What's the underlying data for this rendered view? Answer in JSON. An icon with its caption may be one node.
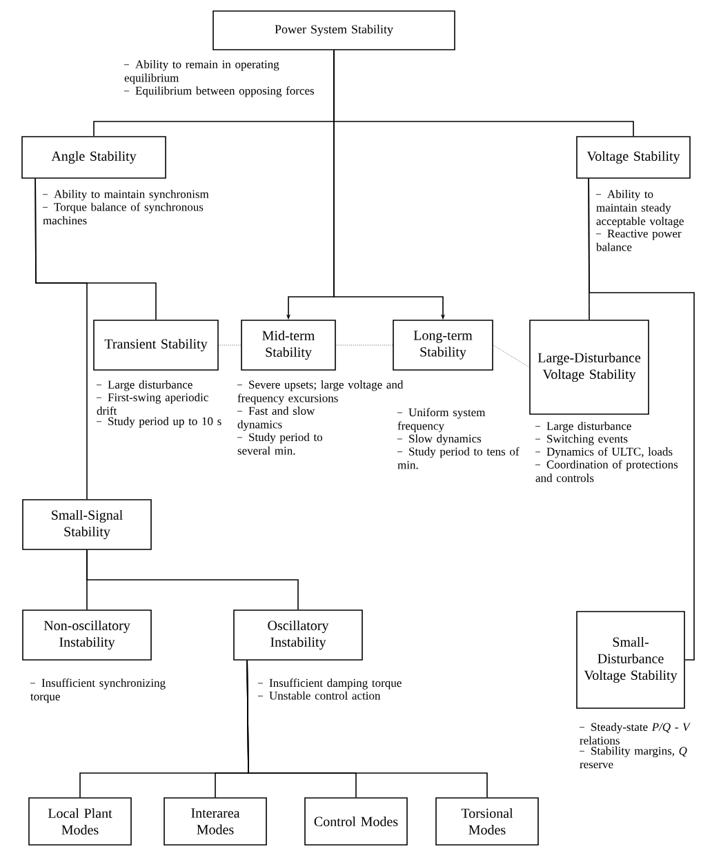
{
  "diagram": {
    "nodes": [
      {
        "text": [
          "Power System Stability"
        ],
        "beside": [
          "Ability to remain in operating equilibrium",
          "Equilibrium between opposing forces"
        ]
      },
      {
        "text": [
          "Angle Stability"
        ],
        "beside": [
          "Ability to maintain synchronism",
          "Torque balance of synchronous machines"
        ]
      },
      {
        "text": [
          "Voltage Stability"
        ],
        "beside": [
          "Ability to maintain steady acceptable voltage",
          "Reactive power balance"
        ]
      },
      {
        "text": [
          "Transient Stability"
        ],
        "beside": [
          "Large disturbance",
          "First-swing aperiodic drift",
          "Study period up to 10 s"
        ]
      },
      {
        "text": [
          "Mid-term Stability"
        ],
        "beside": [
          "Severe upsets; large voltage and frequency excursions",
          "Fast and slow dynamics",
          "Study period to several min."
        ]
      },
      {
        "text": [
          "Long-term Stability"
        ],
        "beside": [
          "Uniform system frequency",
          "Slow dynamics",
          "Study period to tens of min."
        ]
      },
      {
        "text": [
          "Large-Disturbance Voltage Stability"
        ],
        "beside": [
          "Large disturbance",
          "Switching events",
          "Dynamics of ULTC, loads",
          "Coordination of protections and controls"
        ]
      },
      {
        "text": [
          "Small-Signal Stability"
        ]
      },
      {
        "text": [
          "Non-oscillatory Instability"
        ],
        "beside": [
          "Insufficient synchronizing torque"
        ]
      },
      {
        "text": [
          "Oscillatory Instability"
        ],
        "beside": [
          "Insufficient damping torque",
          "Unstable control action"
        ]
      },
      {
        "text": [
          "Small-Disturbance Voltage Stability"
        ],
        "beside": [
          "Steady-state *P/Q - V* relations",
          "Stability margins, *Q* reserve"
        ]
      },
      {
        "text": [
          "Local Plant Modes"
        ]
      },
      {
        "text": [
          "Interarea Modes"
        ]
      },
      {
        "text": [
          "Control Modes"
        ]
      },
      {
        "text": [
          "Torsional Modes"
        ]
      }
    ],
    "edges": [
      {
        "from": 0,
        "to": 1,
        "arrow": "none"
      },
      {
        "from": 0,
        "to": 2,
        "arrow": "none"
      },
      {
        "from": 0,
        "to": 4,
        "arrow": "to"
      },
      {
        "from": 0,
        "to": 5,
        "arrow": "to"
      },
      {
        "from": 1,
        "to": 3,
        "arrow": "none"
      },
      {
        "from": 1,
        "to": 7,
        "arrow": "none"
      },
      {
        "from": 2,
        "to": 6,
        "arrow": "none"
      },
      {
        "from": 2,
        "to": 10,
        "arrow": "none"
      },
      {
        "from": 3,
        "to": 4,
        "arrow": "none",
        "style": "dashed"
      },
      {
        "from": 4,
        "to": 5,
        "arrow": "none",
        "style": "dashed"
      },
      {
        "from": 5,
        "to": 6,
        "arrow": "none",
        "style": "dashed"
      },
      {
        "from": 7,
        "to": 8,
        "arrow": "none"
      },
      {
        "from": 7,
        "to": 9,
        "arrow": "none"
      },
      {
        "from": 9,
        "to": 11,
        "arrow": "none"
      },
      {
        "from": 9,
        "to": 12,
        "arrow": "none"
      },
      {
        "from": 9,
        "to": 13,
        "arrow": "none"
      },
      {
        "from": 9,
        "to": 14,
        "arrow": "none"
      }
    ]
  }
}
